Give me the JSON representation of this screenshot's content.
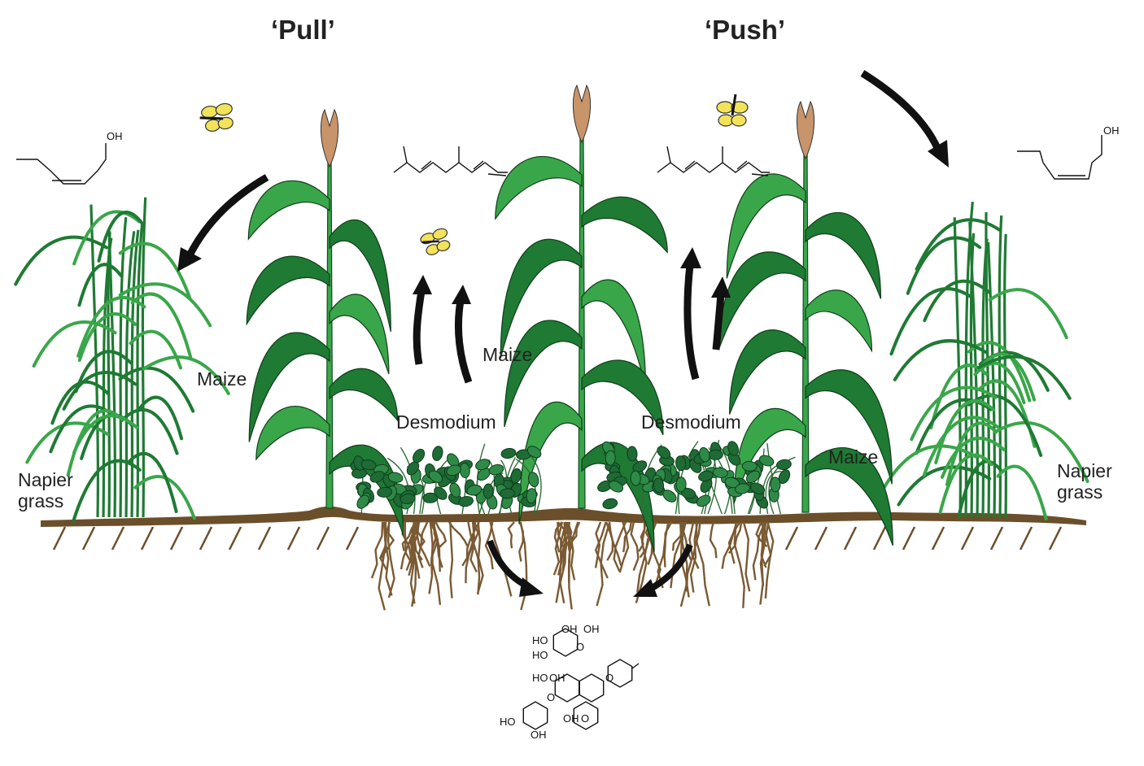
{
  "titles": {
    "pull": "‘Pull’",
    "push": "‘Push’"
  },
  "labels": {
    "maize_left": "Maize",
    "maize_center": "Maize",
    "maize_right": "Maize",
    "desmodium_left": "Desmodium",
    "desmodium_right": "Desmodium",
    "napier_left": [
      "Napier",
      "grass"
    ],
    "napier_right": [
      "Napier",
      "grass"
    ]
  },
  "chemistry": {
    "hexenol_left_oh": "OH",
    "hexenol_right_oh": "OH",
    "flavone_labels": [
      "HO",
      "OH",
      "OH",
      "HO",
      "HO",
      "OH",
      "HO",
      "OH",
      "OH",
      "O",
      "O",
      "O",
      "O"
    ]
  },
  "colors": {
    "leaf_dark": "#1f7a33",
    "leaf_light": "#3aa64a",
    "leaf_pale": "#7cc46a",
    "tassel": "#c8946a",
    "soil": "#6b4f2a",
    "root": "#7a5a33",
    "moth": "#f2e35a",
    "arrow": "#111111"
  }
}
